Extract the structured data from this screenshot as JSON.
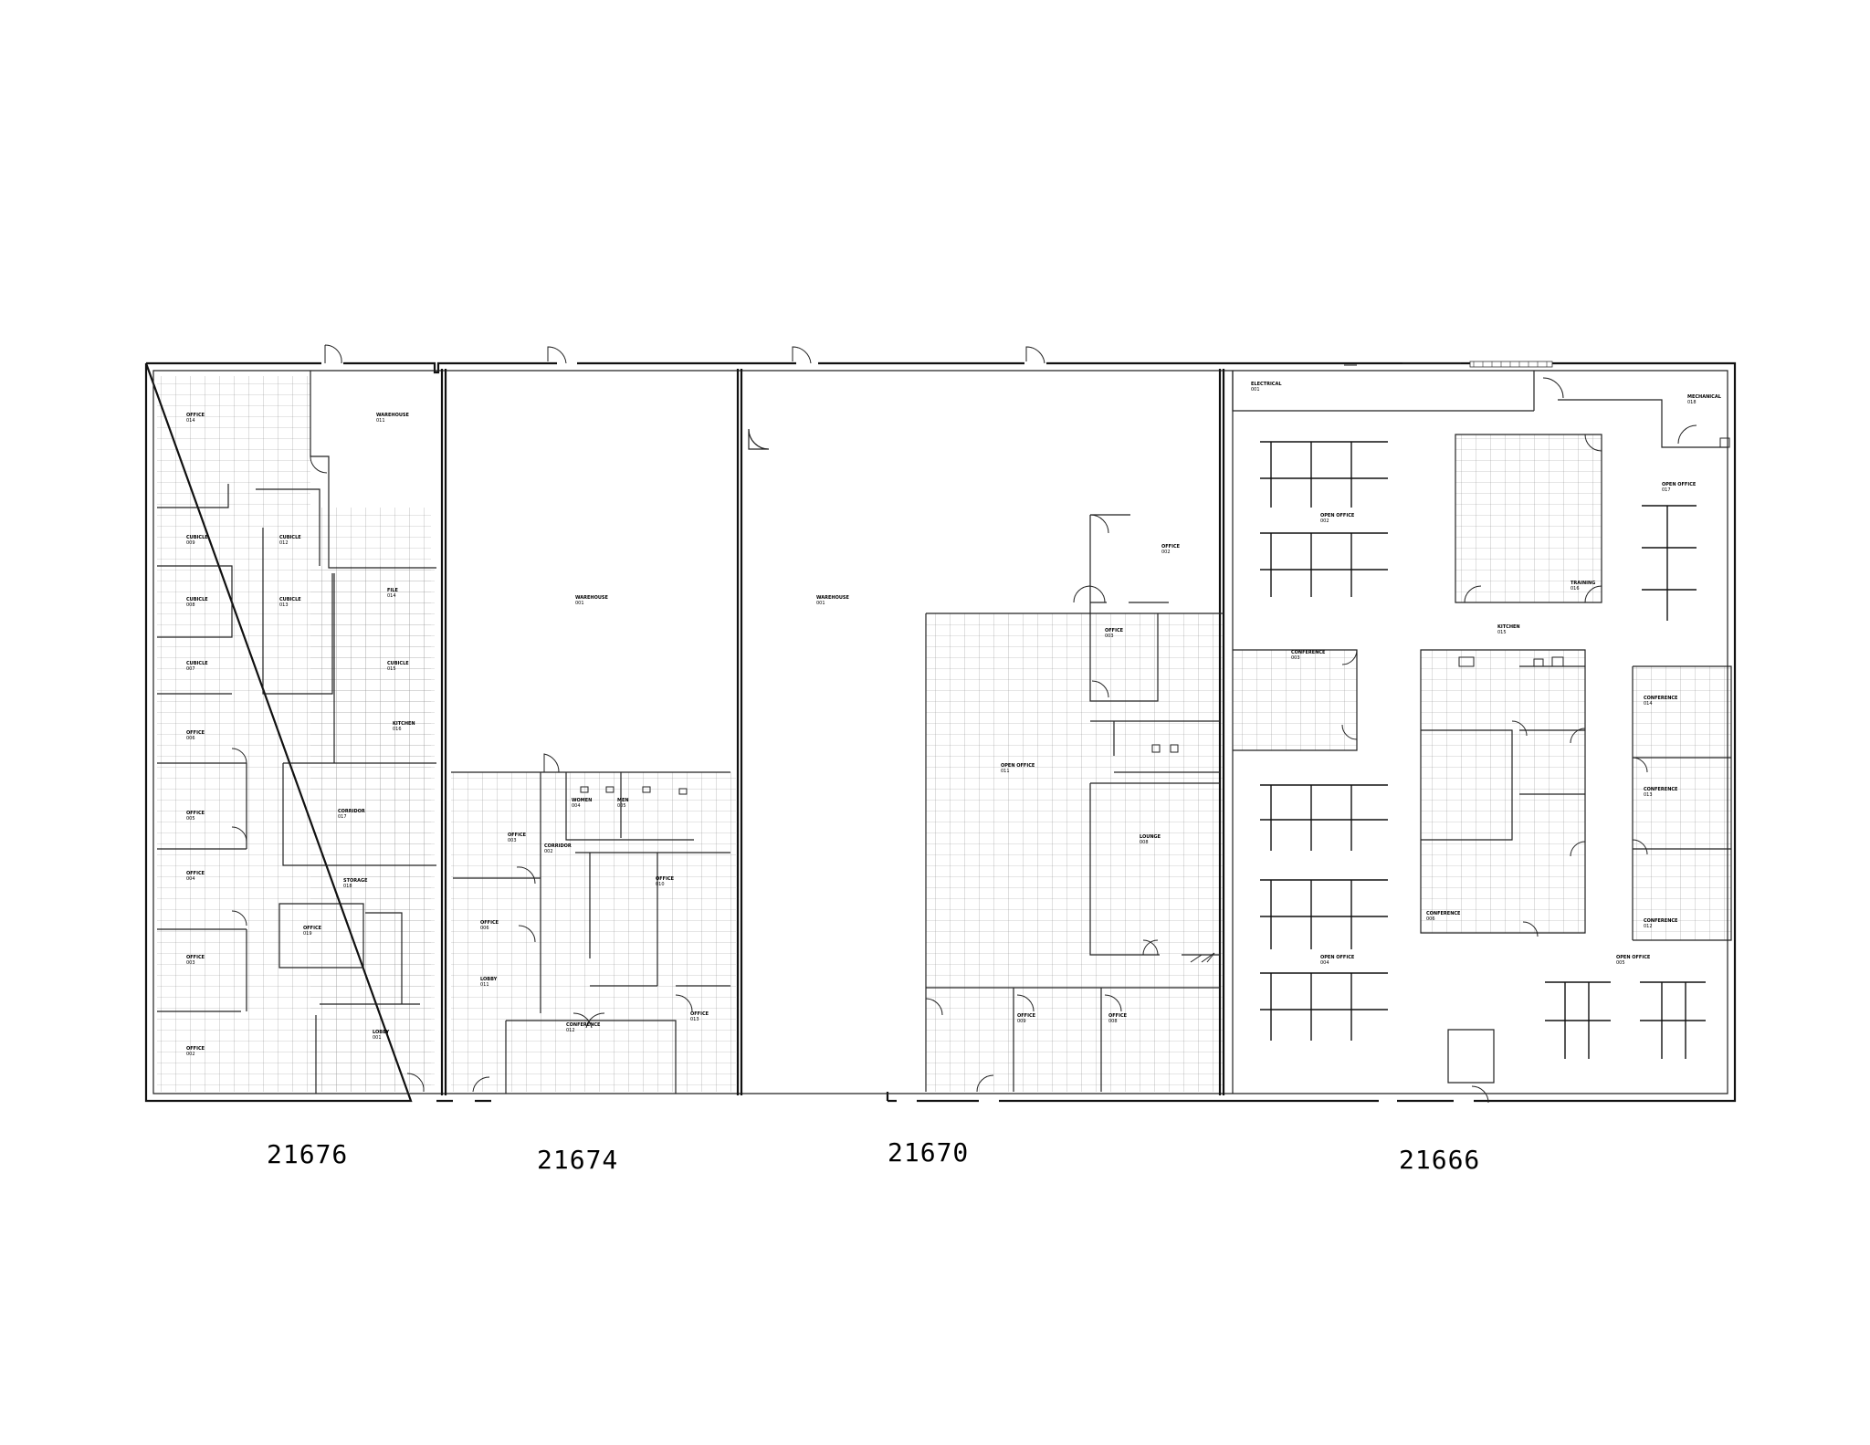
{
  "units": [
    {
      "id": "u1",
      "label": "21676"
    },
    {
      "id": "u2",
      "label": "21674"
    },
    {
      "id": "u3",
      "label": "21670"
    },
    {
      "id": "u4",
      "label": "21666"
    }
  ],
  "rooms": [
    {
      "name": "OFFICE",
      "num": "014"
    },
    {
      "name": "WAREHOUSE",
      "num": "011"
    },
    {
      "name": "CUBICLE",
      "num": "009"
    },
    {
      "name": "CUBICLE",
      "num": "012"
    },
    {
      "name": "CUBICLE",
      "num": "008"
    },
    {
      "name": "CUBICLE",
      "num": "013"
    },
    {
      "name": "FILE",
      "num": "014"
    },
    {
      "name": "CUBICLE",
      "num": "007"
    },
    {
      "name": "CUBICLE",
      "num": "015"
    },
    {
      "name": "OFFICE",
      "num": "006"
    },
    {
      "name": "KITCHEN",
      "num": "016"
    },
    {
      "name": "OFFICE",
      "num": "005"
    },
    {
      "name": "CORRIDOR",
      "num": "017"
    },
    {
      "name": "OFFICE",
      "num": "004"
    },
    {
      "name": "STORAGE",
      "num": "018"
    },
    {
      "name": "OFFICE",
      "num": "019"
    },
    {
      "name": "OFFICE",
      "num": "003"
    },
    {
      "name": "OFFICE",
      "num": "002"
    },
    {
      "name": "LOBBY",
      "num": "001"
    },
    {
      "name": "WAREHOUSE",
      "num": "001"
    },
    {
      "name": "WOMEN",
      "num": "004"
    },
    {
      "name": "MEN",
      "num": "005"
    },
    {
      "name": "CORRIDOR",
      "num": "002"
    },
    {
      "name": "OFFICE",
      "num": "003"
    },
    {
      "name": "OFFICE",
      "num": "010"
    },
    {
      "name": "OFFICE",
      "num": "006"
    },
    {
      "name": "LOBBY",
      "num": "011"
    },
    {
      "name": "CONFERENCE",
      "num": "012"
    },
    {
      "name": "OFFICE",
      "num": "013"
    },
    {
      "name": "WAREHOUSE",
      "num": "001"
    },
    {
      "name": "OFFICE",
      "num": "002"
    },
    {
      "name": "OFFICE",
      "num": "003"
    },
    {
      "name": "OPEN OFFICE",
      "num": "011"
    },
    {
      "name": "LOUNGE",
      "num": "008"
    },
    {
      "name": "OFFICE",
      "num": "009"
    },
    {
      "name": "OFFICE",
      "num": "008"
    },
    {
      "name": "ELECTRICAL",
      "num": "001"
    },
    {
      "name": "MECHANICAL",
      "num": "018"
    },
    {
      "name": "OPEN OFFICE",
      "num": "002"
    },
    {
      "name": "OPEN OFFICE",
      "num": "017"
    },
    {
      "name": "TRAINING",
      "num": "016"
    },
    {
      "name": "KITCHEN",
      "num": "015"
    },
    {
      "name": "CONFERENCE",
      "num": "003"
    },
    {
      "name": "CONFERENCE",
      "num": "014"
    },
    {
      "name": "CONFERENCE",
      "num": "013"
    },
    {
      "name": "CONFERENCE",
      "num": "006"
    },
    {
      "name": "CONFERENCE",
      "num": "012"
    },
    {
      "name": "OPEN OFFICE",
      "num": "004"
    },
    {
      "name": "OPEN OFFICE",
      "num": "005"
    }
  ]
}
